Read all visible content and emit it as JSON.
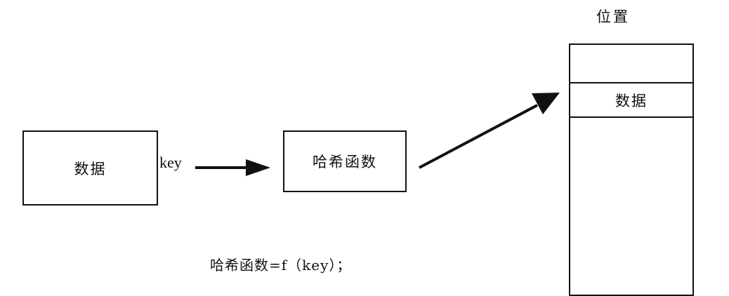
{
  "diagram": {
    "source_box_label": "数据",
    "key_label": "key",
    "hash_function_label": "哈希函数",
    "position_header": "位置",
    "table_slots": [
      "",
      "数据"
    ],
    "formula": "哈希函数=f（key）；"
  }
}
